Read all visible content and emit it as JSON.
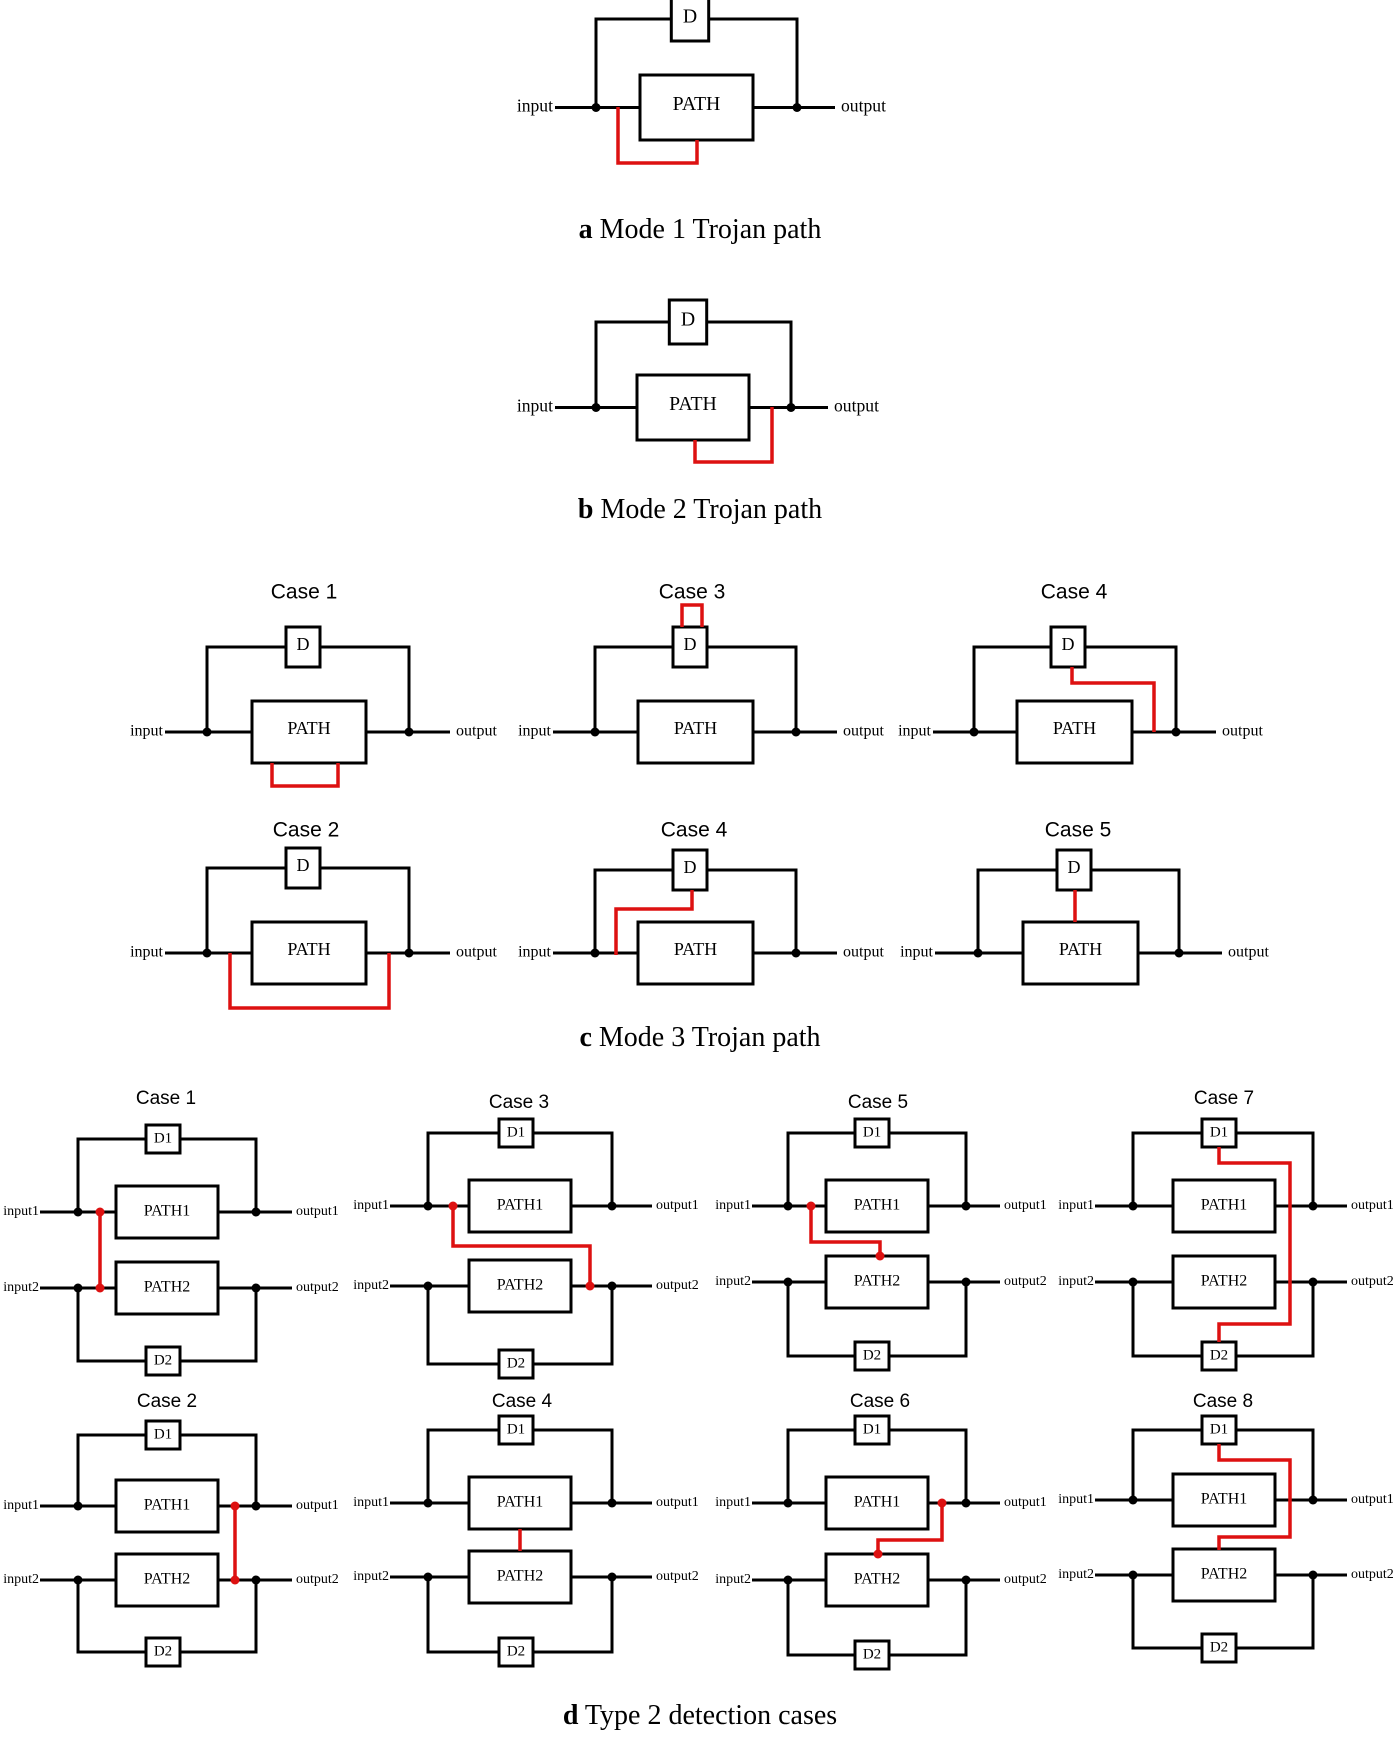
{
  "captions": {
    "a": {
      "letter": "a",
      "text": "Mode 1 Trojan path"
    },
    "b": {
      "letter": "b",
      "text": "Mode 2 Trojan path"
    },
    "c": {
      "letter": "c",
      "text": "Mode 3 Trojan path"
    },
    "d": {
      "letter": "d",
      "text": "Type 2 detection cases"
    }
  },
  "labels": {
    "input": "input",
    "output": "output",
    "delay": "D",
    "path": "PATH",
    "input1": "input1",
    "input2": "input2",
    "output1": "output1",
    "output2": "output2",
    "path1": "PATH1",
    "path2": "PATH2",
    "d1": "D1",
    "d2": "D2"
  },
  "colors": {
    "wire": "#000000",
    "trojan": "#dd1111"
  },
  "section_c_cases": [
    "Case 1",
    "Case 3",
    "Case 4",
    "Case 2",
    "Case 4",
    "Case 5"
  ],
  "section_d_cases": [
    "Case 1",
    "Case 3",
    "Case 5",
    "Case 7",
    "Case 2",
    "Case 4",
    "Case 6",
    "Case 8"
  ]
}
